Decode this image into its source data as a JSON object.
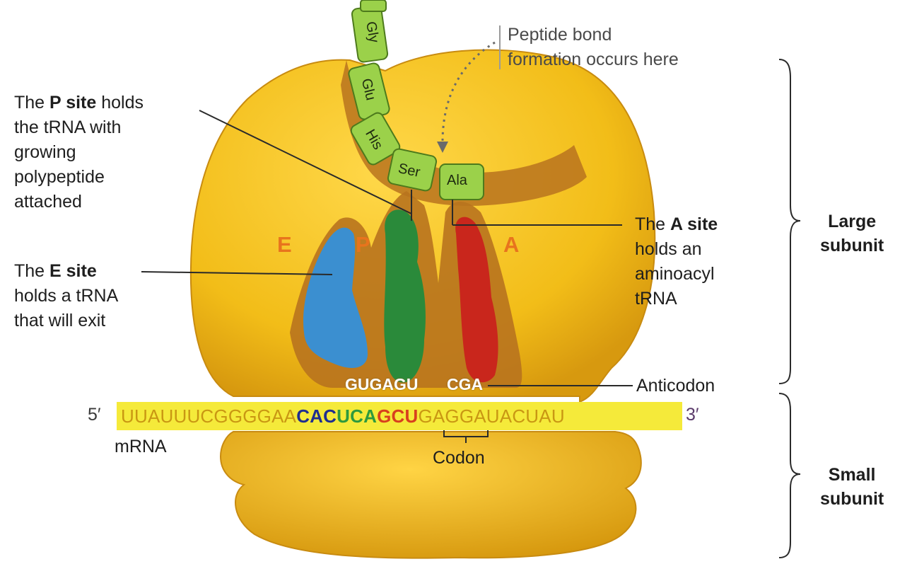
{
  "amino_acids": [
    "Gly",
    "Glu",
    "His",
    "Ser",
    "Ala"
  ],
  "sites": [
    "E",
    "P",
    "A"
  ],
  "peptide_bond_label": [
    "Peptide bond",
    "formation occurs here"
  ],
  "p_site_label": {
    "bold": "P site",
    "lines": [
      "The ",
      " holds",
      "the tRNA with",
      "growing",
      "polypeptide",
      "attached"
    ]
  },
  "e_site_label": {
    "bold": "E site",
    "lines": [
      "The ",
      "holds a tRNA",
      "that will exit"
    ]
  },
  "a_site_label": {
    "bold": "A site",
    "lines": [
      "The ",
      "holds an",
      "aminoacyl",
      "tRNA"
    ]
  },
  "anticodon": {
    "p_and_e": "GUGAGU",
    "a": "CGA",
    "label": "Anticodon"
  },
  "mrna": {
    "five_prime": "5′",
    "three_prime": "3′",
    "before": "UUAUUUCGGGGAA",
    "e_codon": "CAC",
    "p_codon": "UCA",
    "a_codon": "GCU",
    "after": "GAGGAUACUAU",
    "label": "mRNA",
    "codon_label": "Codon"
  },
  "subunits": {
    "large": [
      "Large",
      "subunit"
    ],
    "small": [
      "Small",
      "subunit"
    ]
  },
  "colors": {
    "ribosome": "#f2c21b",
    "ribosome_shade": "#d99a12",
    "channel": "#b8731e",
    "chain": "#9bd14a",
    "e_trna": "#3b8fd0",
    "p_trna": "#2a8a3a",
    "a_trna": "#c9261c",
    "mrna_band": "#f5ea3a"
  }
}
